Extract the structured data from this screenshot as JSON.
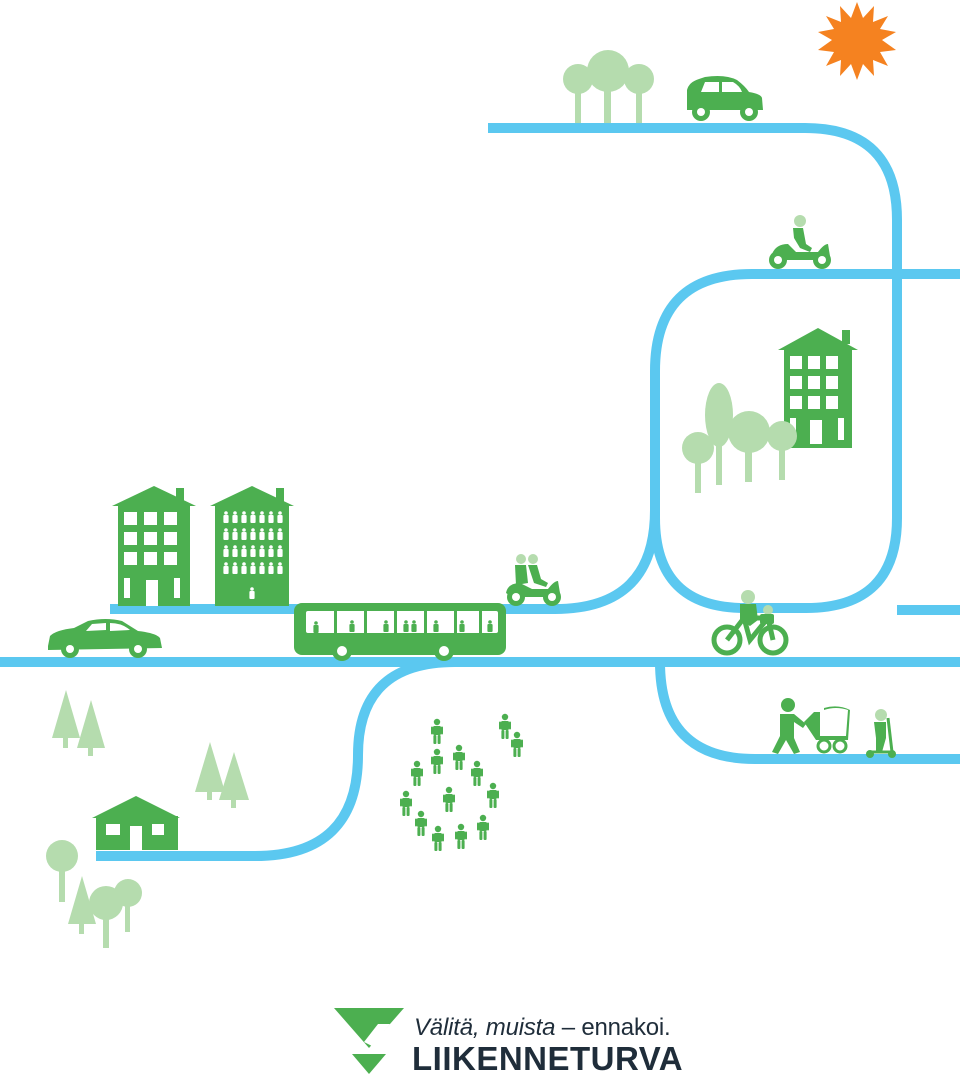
{
  "brand": {
    "slogan_italic": "Välitä, muista",
    "slogan_rest": " – ennakoi.",
    "name": "LIIKENNETURVA"
  },
  "colors": {
    "road": "#5bc8f0",
    "green": "#4caf50",
    "light_green": "#b5dcae",
    "sun": "#f58220",
    "text": "#1f2d3a"
  },
  "icons": [
    "sun-icon",
    "car-icon",
    "scooter-icon",
    "bus-icon",
    "bicycle-icon",
    "stroller-icon",
    "kick-scooter-icon",
    "building-icon",
    "house-icon",
    "tree-icon",
    "person-icon",
    "liikenneturva-logo"
  ]
}
